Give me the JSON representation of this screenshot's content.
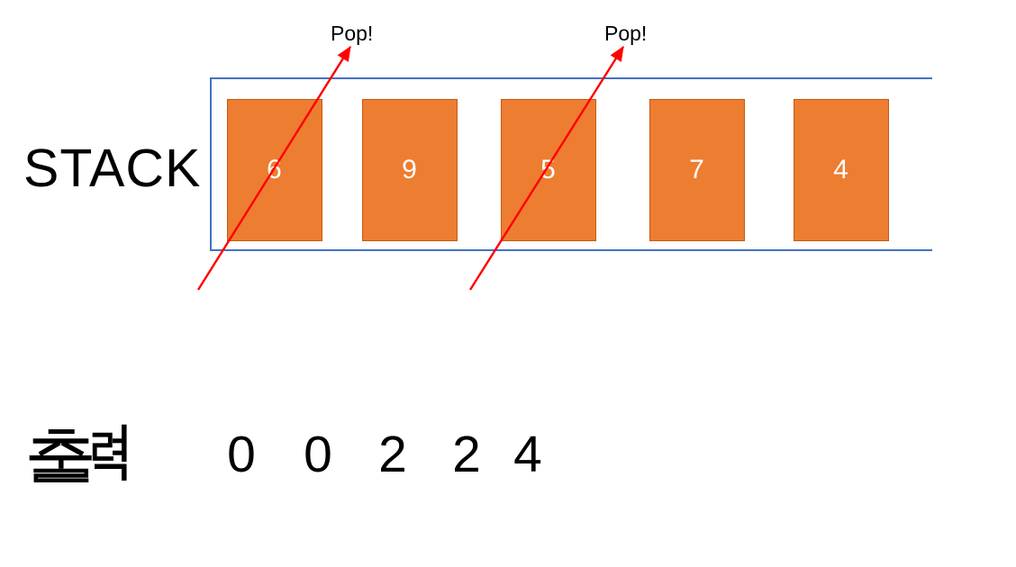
{
  "stack": {
    "label": "STACK",
    "items": [
      "6",
      "9",
      "5",
      "7",
      "4"
    ]
  },
  "pop_annotations": [
    {
      "label": "Pop!"
    },
    {
      "label": "Pop!"
    }
  ],
  "output": {
    "label": "출력",
    "values": [
      "0",
      "0",
      "2",
      "2",
      "4"
    ]
  },
  "colors": {
    "box_fill": "#ED7D31",
    "box_border": "#C55A11",
    "container_border": "#4472C4",
    "arrow": "#FF0000",
    "text": "#000000",
    "box_text": "#FFFFFF"
  }
}
